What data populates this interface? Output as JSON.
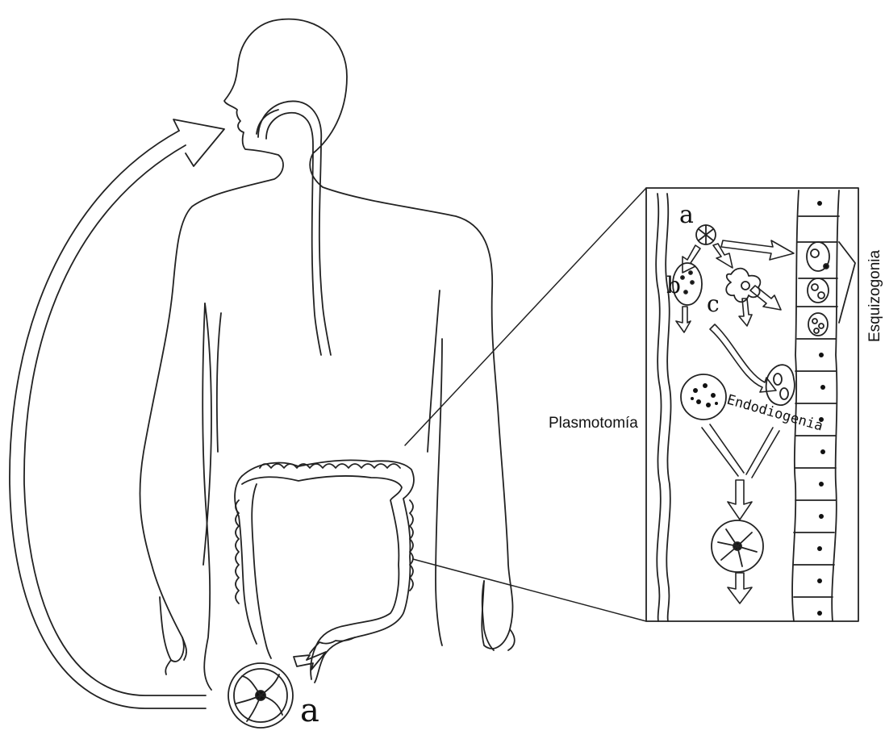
{
  "labels": {
    "cyst_outside": "a",
    "inset_a": "a",
    "inset_b": "b",
    "inset_c": "c",
    "plasmotomia": "Plasmotomía",
    "endodiogenia": "Endodiogenia",
    "esquizogonia": "Esquizogonia"
  },
  "colors": {
    "line": "#222222",
    "background": "#ffffff"
  }
}
